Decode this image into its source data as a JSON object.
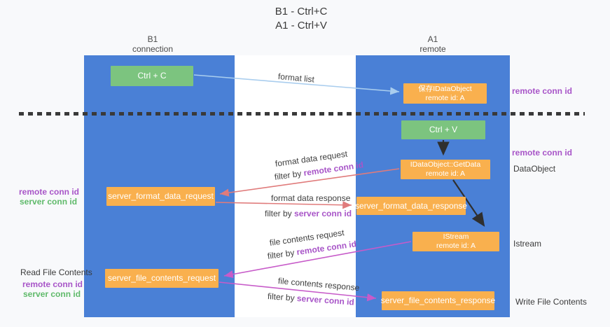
{
  "title": {
    "line1": "B1 - Ctrl+C",
    "line2": "A1 - Ctrl+V"
  },
  "columns": {
    "left": {
      "name": "B1",
      "role": "connection"
    },
    "right": {
      "name": "A1",
      "role": "remote"
    }
  },
  "nodes": {
    "ctrl_c": "Ctrl + C",
    "ctrl_v": "Ctrl + V",
    "save_idataobject": {
      "line1": "保存IDataObject",
      "line2": "remote id: A"
    },
    "getdata": {
      "line1": "IDataObject::GetData",
      "line2": "remote id: A"
    },
    "istream": {
      "line1": "IStream",
      "line2": "remote id: A"
    },
    "server_format_data_request": "server_format_data_request",
    "server_format_data_response": "server_format_data_response",
    "server_file_contents_request": "server_file_contents_request",
    "server_file_contents_response": "server_file_contents_response"
  },
  "flow_labels": {
    "format_list": "format list",
    "format_data_request": "format data request",
    "format_data_response": "format data response",
    "file_contents_request": "file contents request",
    "file_contents_response": "file contents response",
    "filter_by": "filter by ",
    "remote_conn_id": "remote conn id",
    "server_conn_id": "server conn id"
  },
  "side_labels": {
    "left_mid": {
      "remote": "remote conn id",
      "server": "server conn id"
    },
    "left_bottom": {
      "title": "Read File Contents",
      "remote": "remote conn id",
      "server": "server conn id"
    },
    "right": {
      "remote1": "remote conn id",
      "remote2": "remote conn id",
      "dataobject": "DataObject",
      "istream": "Istream",
      "write": "Write File Contents"
    }
  },
  "colors": {
    "column_blue": "#4A80D6",
    "node_green": "#7CC47F",
    "node_orange": "#F9B04E",
    "arrow_blue": "#A9CDEE",
    "arrow_salmon": "#E07B7B",
    "arrow_magenta": "#C75BC9",
    "arrow_black": "#2F2F2F",
    "conn_id_purple": "#A855C8",
    "conn_id_green": "#5FBA6A",
    "background": "#F8F9FB"
  }
}
